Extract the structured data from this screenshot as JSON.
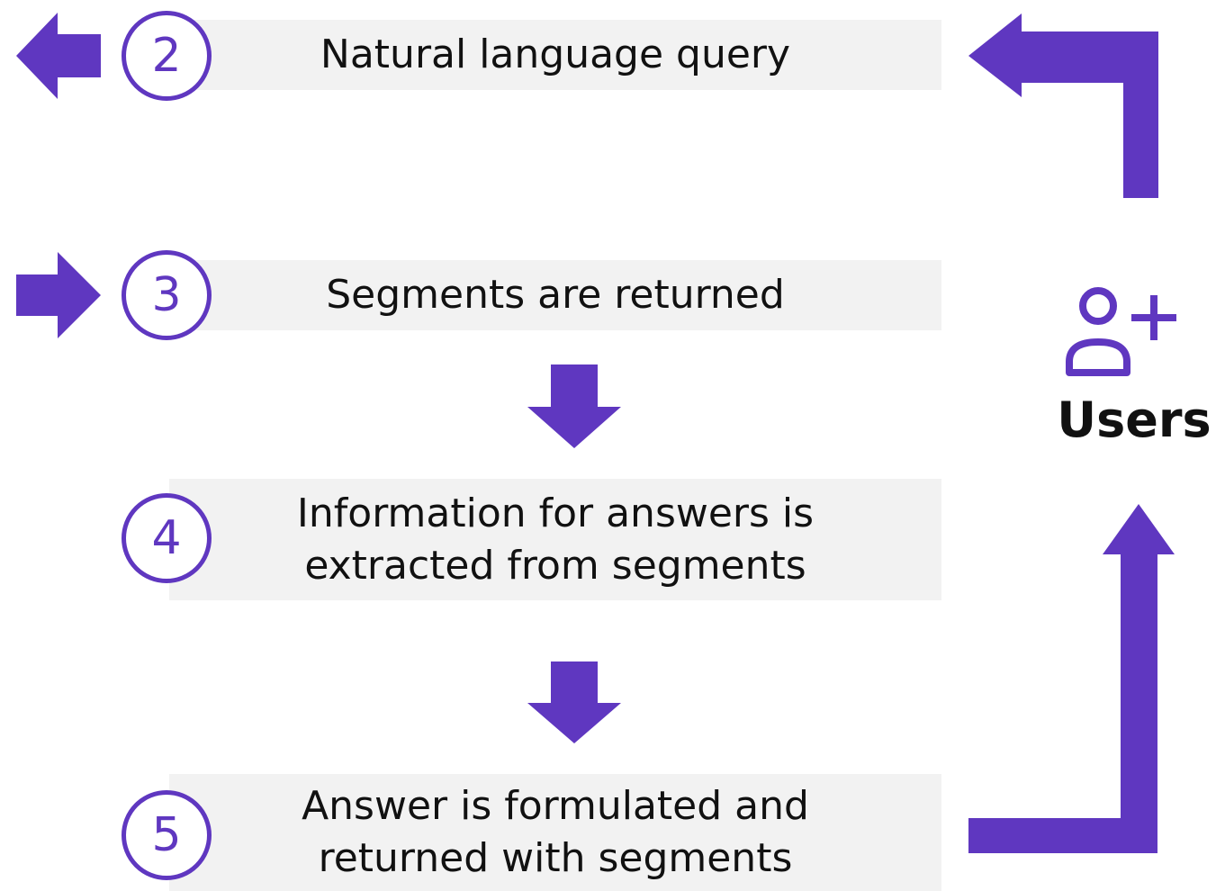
{
  "accent_color": "#5f37c0",
  "steps": [
    {
      "number": "2",
      "text": "Natural language query"
    },
    {
      "number": "3",
      "text": "Segments are returned"
    },
    {
      "number": "4",
      "text": "Information for answers is\nextracted from segments"
    },
    {
      "number": "5",
      "text": "Answer is formulated and\nreturned with segments"
    }
  ],
  "users": {
    "label": "Users",
    "icon": "user-plus-icon"
  }
}
